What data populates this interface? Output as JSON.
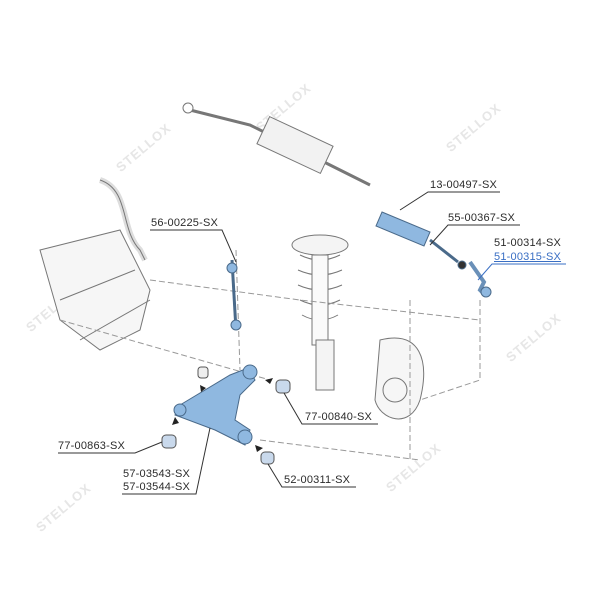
{
  "watermark": "STELLOX",
  "colors": {
    "part_highlight": "#8fb8e0",
    "link": "#3a6fc4",
    "label": "#2b2b2b"
  },
  "labels": {
    "steering_rack": "13-00497-SX",
    "tie_rod": "55-00367-SX",
    "tie_rod_end_left": "51-00314-SX",
    "tie_rod_end_right": "51-00315-SX",
    "stabilizer_link": "56-00225-SX",
    "bushing_rear": "77-00840-SX",
    "bushing_front": "77-00863-SX",
    "control_arm_left": "57-03543-SX",
    "control_arm_right": "57-03544-SX",
    "ball_joint": "52-00311-SX"
  }
}
